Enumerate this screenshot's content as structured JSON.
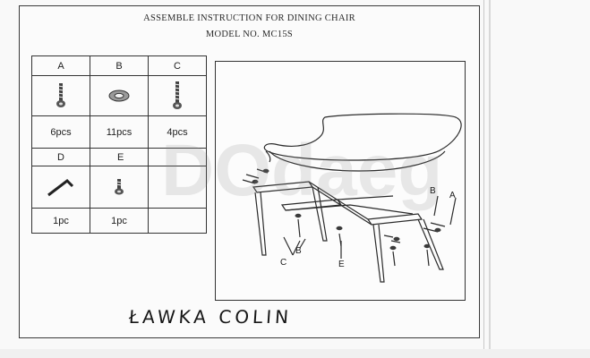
{
  "header": {
    "title": "ASSEMBLE INSTRUCTION FOR DINING CHAIR",
    "model": "MODEL NO. MC15S"
  },
  "parts_table": {
    "row1_letters": [
      "A",
      "B",
      "C"
    ],
    "row1_icons": [
      "bolt-icon",
      "washer-icon",
      "bolt-icon"
    ],
    "row1_quantities": [
      "6pcs",
      "11pcs",
      "4pcs"
    ],
    "row2_letters": [
      "D",
      "E",
      ""
    ],
    "row2_icons": [
      "allen-key-icon",
      "short-screw-icon",
      ""
    ],
    "row2_quantities": [
      "1pc",
      "1pc",
      ""
    ]
  },
  "diagram_labels": {
    "b_right": "B",
    "a": "A",
    "c": "C",
    "b_left": "B",
    "e": "E"
  },
  "handwritten_note": "ŁAWKA COLIN",
  "watermark": "DOdaeg"
}
